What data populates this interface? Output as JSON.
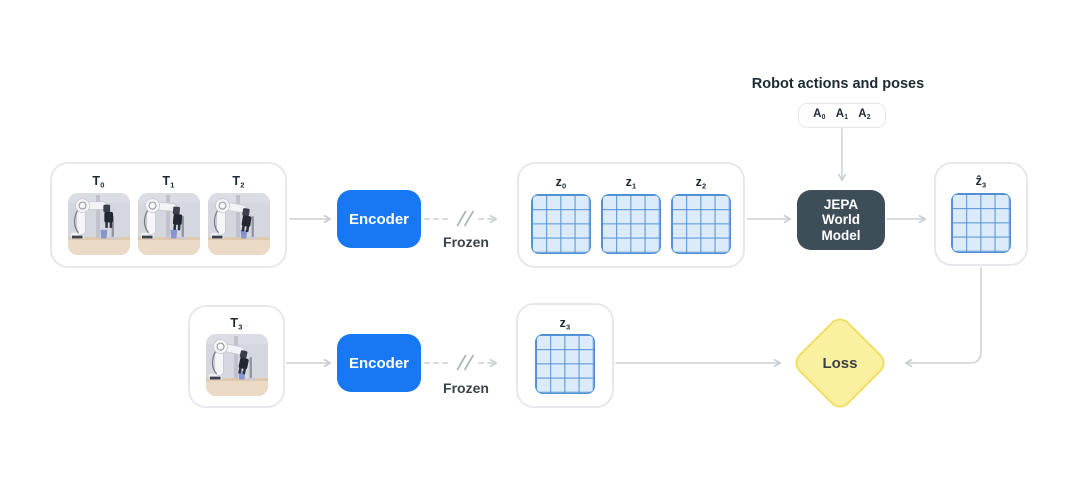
{
  "colors": {
    "encoder_blue": "#1877F2",
    "world_model_dark": "#3E4E59",
    "loss_fill": "#FAF1A0",
    "loss_border": "#F1DE62",
    "grid_fill": "#DCEBFA",
    "grid_line": "#4F90D5",
    "box_border": "#E6E8EC",
    "arrow_gray": "#D2D6DB",
    "text_dark": "#1C2B33"
  },
  "top_row": {
    "frames": [
      {
        "base": "T",
        "sub": "0"
      },
      {
        "base": "T",
        "sub": "1"
      },
      {
        "base": "T",
        "sub": "2"
      }
    ],
    "encoder_label": "Encoder",
    "frozen_label": "Frozen",
    "latents": [
      {
        "base": "z",
        "sub": "0"
      },
      {
        "base": "z",
        "sub": "1"
      },
      {
        "base": "z",
        "sub": "2"
      }
    ],
    "world_model_lines": [
      "JEPA",
      "World",
      "Model"
    ],
    "prediction": {
      "base": "ẑ",
      "sub": "3"
    }
  },
  "actions": {
    "title": "Robot actions and poses",
    "items": [
      {
        "base": "A",
        "sub": "0"
      },
      {
        "base": "A",
        "sub": "1"
      },
      {
        "base": "A",
        "sub": "2"
      }
    ]
  },
  "bottom_row": {
    "frame": {
      "base": "T",
      "sub": "3"
    },
    "encoder_label": "Encoder",
    "frozen_label": "Frozen",
    "latent": {
      "base": "z",
      "sub": "3"
    },
    "loss_label": "Loss"
  }
}
